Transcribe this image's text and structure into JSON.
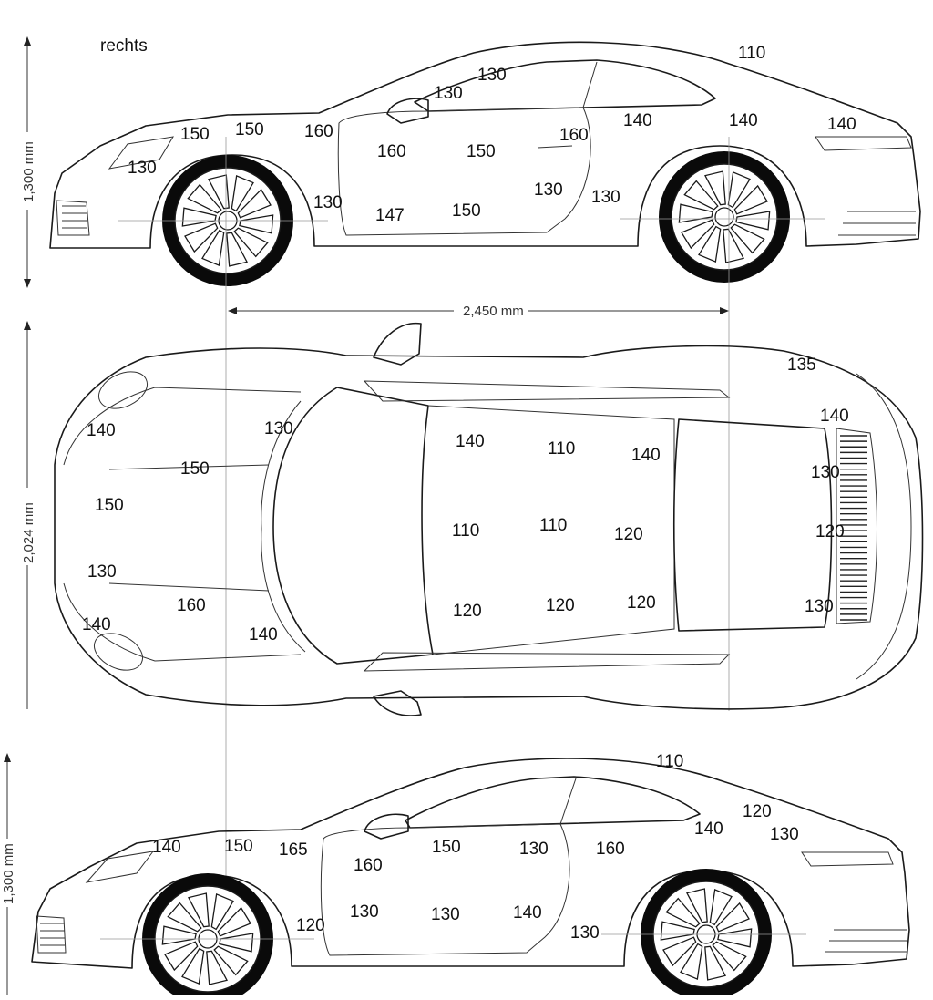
{
  "side_label": "rechts",
  "dimensions": {
    "height_top": "1,300 mm",
    "wheelbase": "2,450 mm",
    "width": "2,024 mm",
    "height_bottom": "1,300 mm"
  },
  "views": [
    {
      "id": "right-side",
      "labels": [
        "110",
        "130",
        "130",
        "150",
        "150",
        "160",
        "140",
        "140",
        "140",
        "160",
        "160",
        "150",
        "130",
        "130",
        "130",
        "147",
        "130",
        "150"
      ]
    },
    {
      "id": "top",
      "labels": [
        "135",
        "140",
        "130",
        "140",
        "110",
        "140",
        "140",
        "150",
        "130",
        "150",
        "110",
        "110",
        "120",
        "120",
        "130",
        "160",
        "120",
        "120",
        "120",
        "140",
        "140",
        "130"
      ]
    },
    {
      "id": "left-side",
      "labels": [
        "110",
        "120",
        "140",
        "130",
        "140",
        "150",
        "165",
        "150",
        "130",
        "160",
        "160",
        "130",
        "130",
        "140",
        "120",
        "130"
      ]
    }
  ]
}
